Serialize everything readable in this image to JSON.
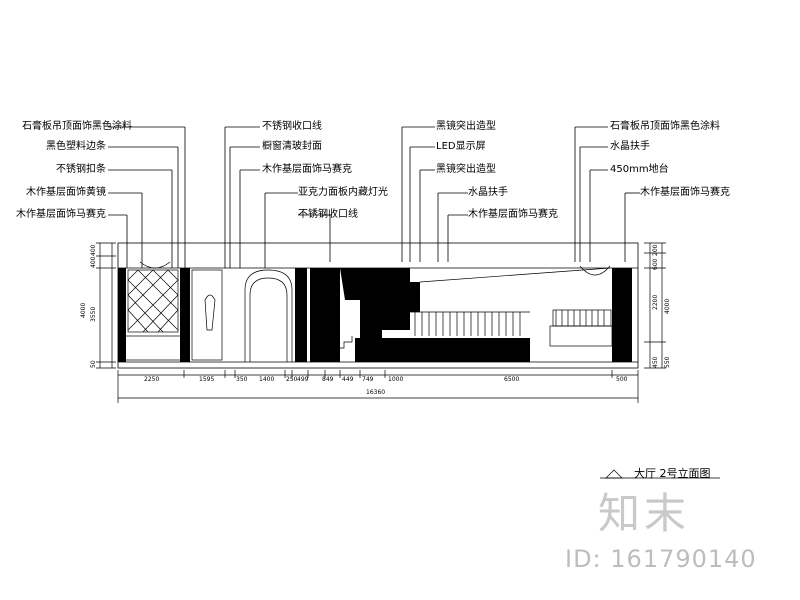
{
  "labels_left": [
    "石膏板吊顶面饰黑色涂料",
    "黑色塑料边条",
    "不锈钢扣条",
    "木作基层面饰黄镜",
    "木作基层面饰马赛克"
  ],
  "labels_mid": [
    "不锈钢收口线",
    "橱窗清玻封面",
    "木作基层面饰马赛克",
    "亚克力面板内藏灯光",
    "不锈钢收口线"
  ],
  "labels_center": [
    "黑镜突出造型",
    "LED显示屏",
    "黑镜突出造型",
    "水晶扶手",
    "木作基层面饰马赛克"
  ],
  "labels_right": [
    "石膏板吊顶面饰黑色涂料",
    "水晶扶手",
    "450mm地台",
    "木作基层面饰马赛克"
  ],
  "dims_bottom": [
    "2250",
    "1595",
    "350",
    "1400",
    "250",
    "499",
    "849",
    "449",
    "749",
    "1000",
    "6500",
    "500"
  ],
  "dim_total": "16360",
  "dims_left": [
    "400",
    "400",
    "4000",
    "3550",
    "50"
  ],
  "dims_right": [
    "200",
    "600",
    "2200",
    "4000",
    "450",
    "550"
  ],
  "title": "大厅 2号立面图",
  "watermark": "知末",
  "watermark_id": "ID: 161790140"
}
